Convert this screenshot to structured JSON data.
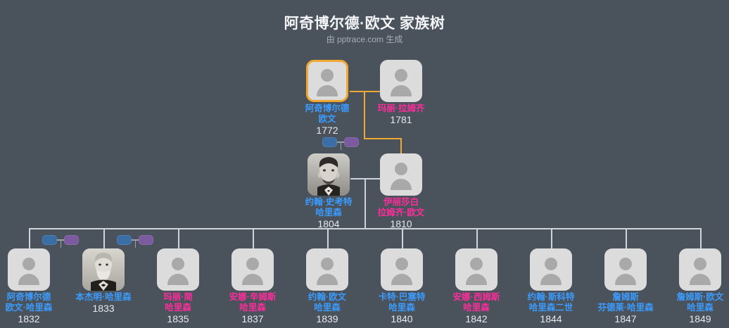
{
  "header": {
    "title": "阿奇博尔德·欧文 家族树",
    "subtitle": "由 pptrace.com 生成"
  },
  "colors": {
    "background": "#4a525c",
    "male_name": "#3b9cff",
    "female_name": "#ff2d9b",
    "year": "#e7eaee",
    "selected_border": "#efa933",
    "spouse_link": "#efa933",
    "child_link": "#cfd4da",
    "card": "#dcdcdc",
    "badge_blue": "#3b6ea5",
    "badge_purple": "#7b5b9e"
  },
  "generations": {
    "grandparents": [
      {
        "name": "阿奇博尔德\n欧文",
        "year": "1772",
        "gender": "male",
        "selected": true,
        "has_photo": false
      },
      {
        "name": "玛丽·拉姆齐",
        "year": "1781",
        "gender": "female",
        "selected": false,
        "has_photo": false
      }
    ],
    "parents": [
      {
        "name": "约翰·史考特\n哈里森",
        "year": "1804",
        "gender": "male",
        "selected": false,
        "has_photo": true
      },
      {
        "name": "伊丽莎白\n拉姆齐·欧文",
        "year": "1810",
        "gender": "female",
        "selected": false,
        "has_photo": false
      }
    ],
    "children": [
      {
        "name": "阿奇博尔德\n欧文·哈里森",
        "year": "1832",
        "gender": "male",
        "has_photo": false,
        "has_badges": true
      },
      {
        "name": "本杰明·哈里森",
        "year": "1833",
        "gender": "male",
        "has_photo": true,
        "has_badges": true
      },
      {
        "name": "玛丽·简\n哈里森",
        "year": "1835",
        "gender": "female",
        "has_photo": false,
        "has_badges": false
      },
      {
        "name": "安娜·辛姆斯\n哈里森",
        "year": "1837",
        "gender": "female",
        "has_photo": false,
        "has_badges": false
      },
      {
        "name": "约翰·欧文\n哈里森",
        "year": "1839",
        "gender": "male",
        "has_photo": false,
        "has_badges": false
      },
      {
        "name": "卡特·巴塞特\n哈里森",
        "year": "1840",
        "gender": "male",
        "has_photo": false,
        "has_badges": false
      },
      {
        "name": "安娜·西姆斯\n哈里森",
        "year": "1842",
        "gender": "female",
        "has_photo": false,
        "has_badges": false
      },
      {
        "name": "约翰·斯科特\n哈里森二世",
        "year": "1844",
        "gender": "male",
        "has_photo": false,
        "has_badges": false
      },
      {
        "name": "詹姆斯\n芬德莱·哈里森",
        "year": "1847",
        "gender": "male",
        "has_photo": false,
        "has_badges": false
      },
      {
        "name": "詹姆斯·欧文\n哈里森",
        "year": "1849",
        "gender": "male",
        "has_photo": false,
        "has_badges": false
      }
    ],
    "parent_badges": {
      "blue": "blue-badge",
      "purple": "purple-badge"
    }
  }
}
